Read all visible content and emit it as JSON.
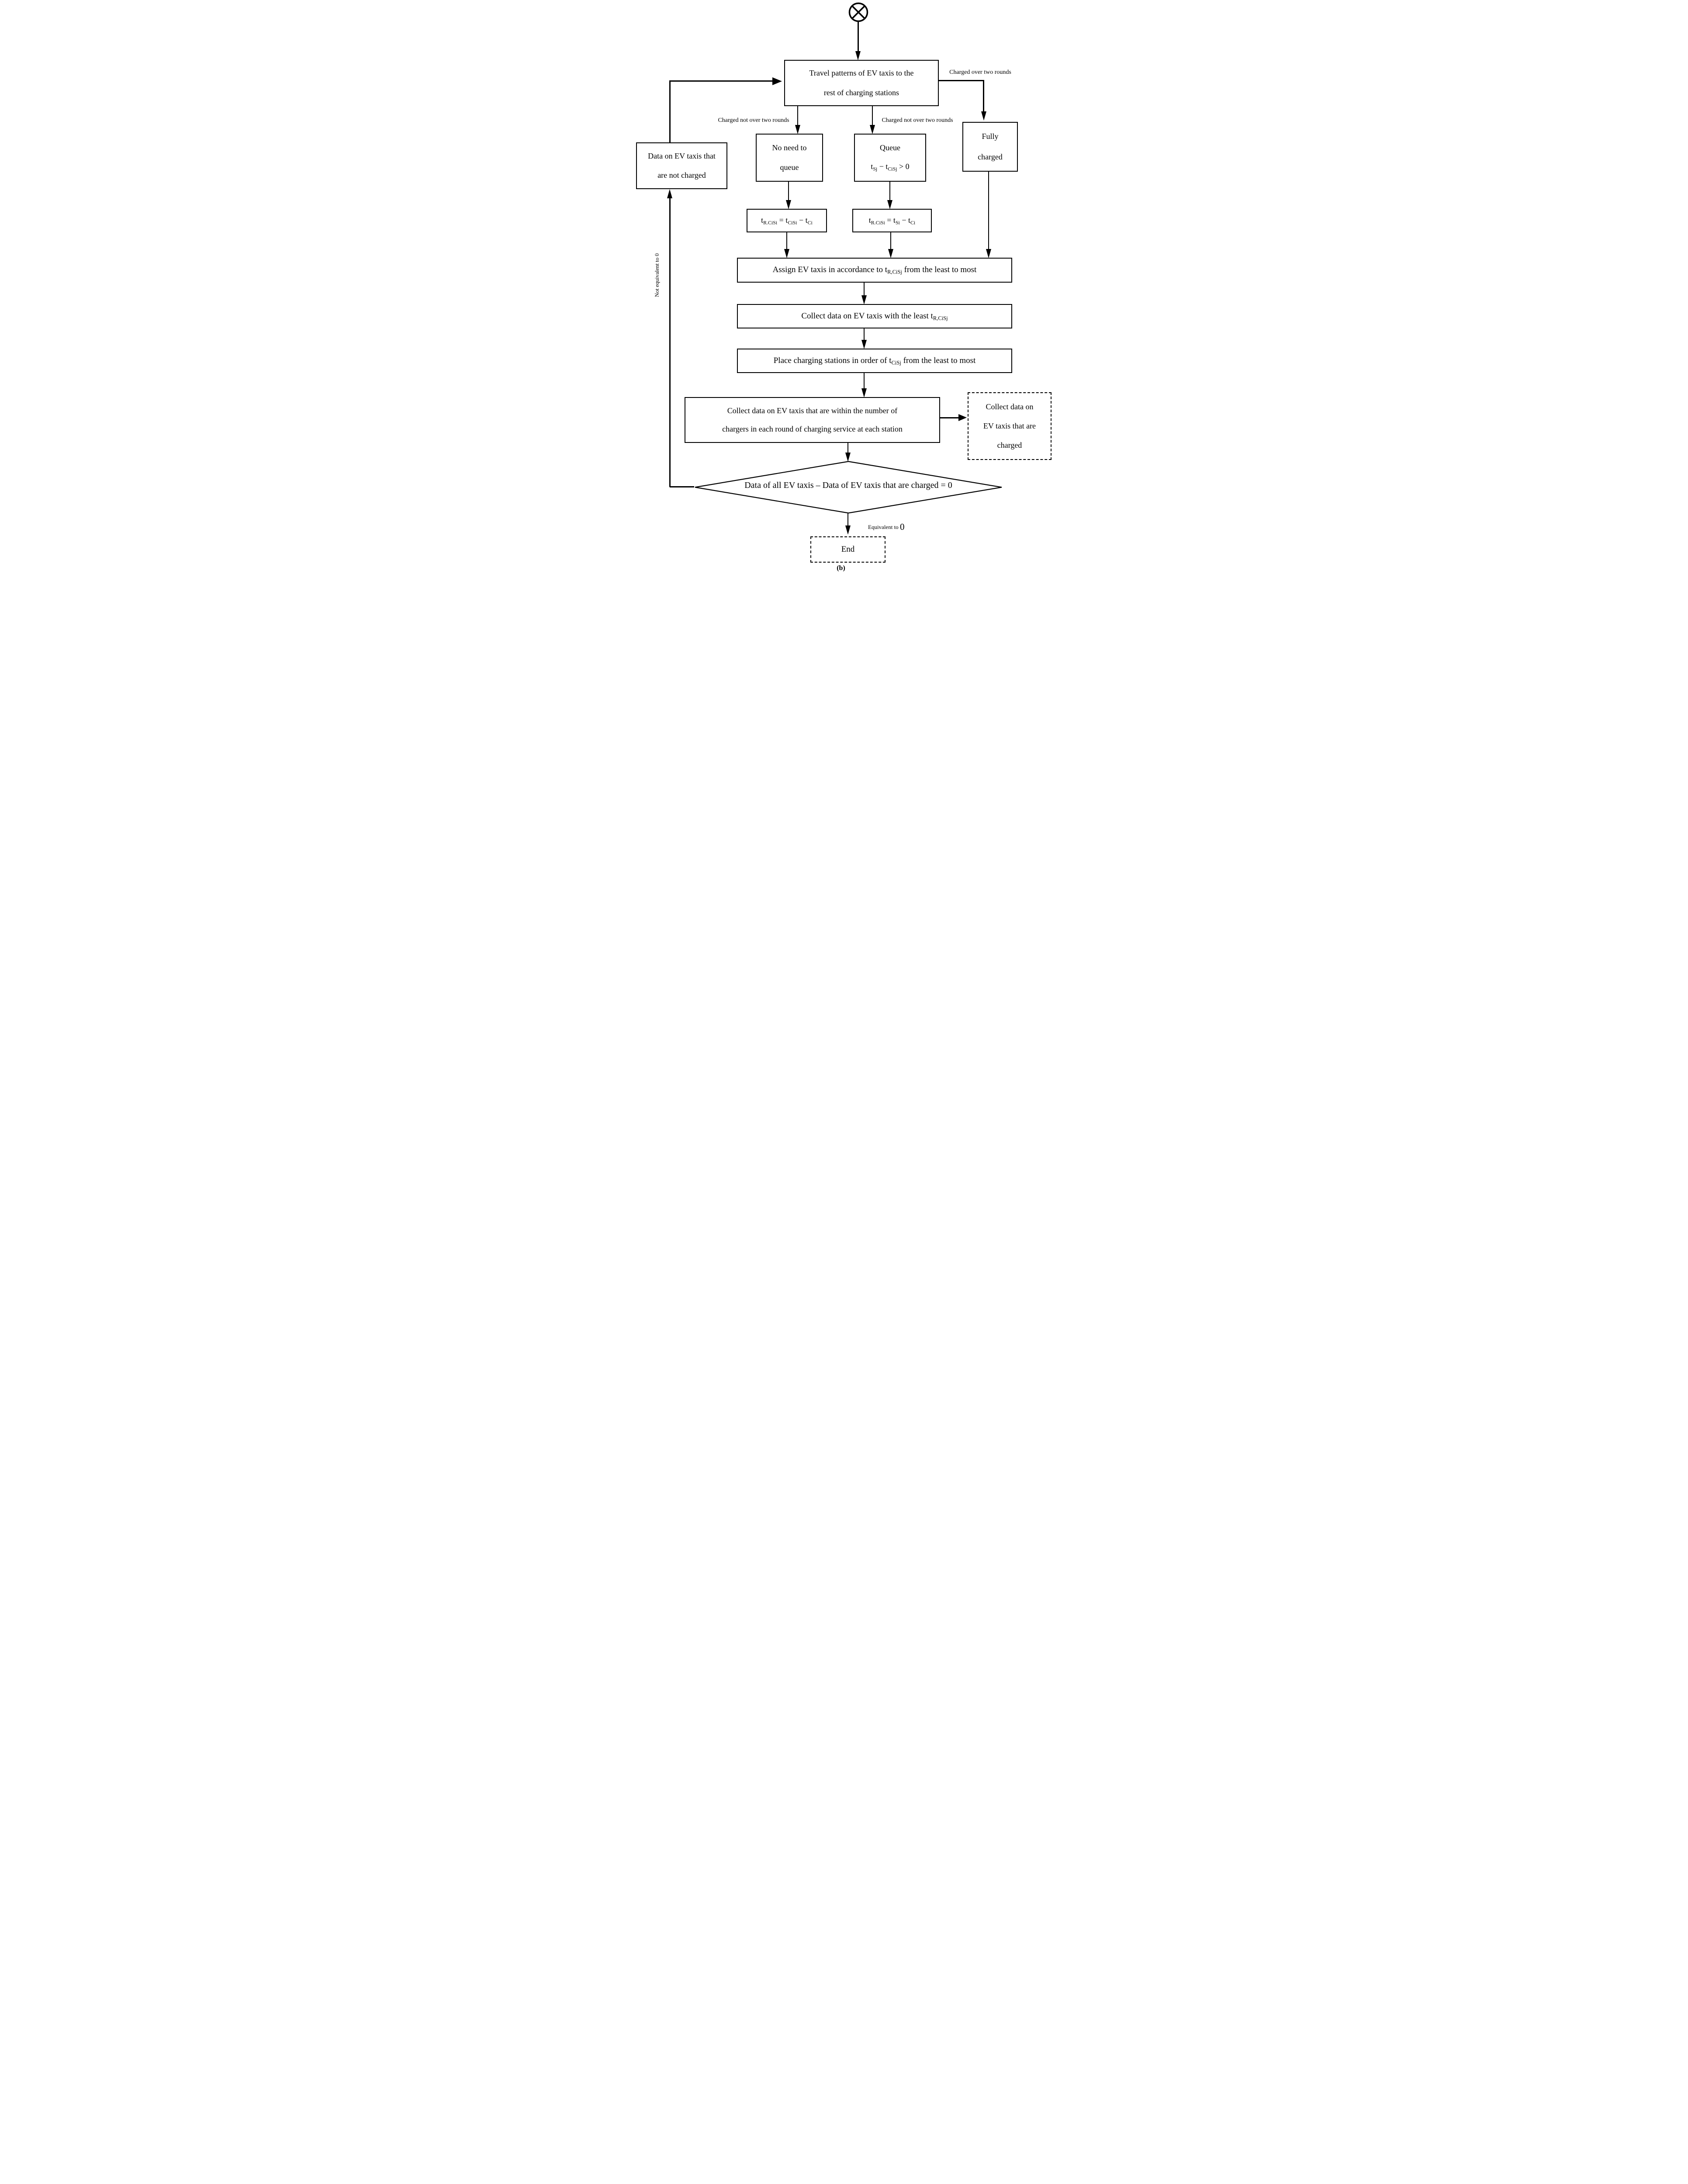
{
  "meta": {
    "caption": "(b)",
    "ink_color": "#000000",
    "background_color": "#ffffff",
    "start_symbol": "circle-with-x-connector"
  },
  "labels": {
    "charged_over": "Charged over two rounds",
    "charged_not_left": "Charged not over two rounds",
    "charged_not_right": "Charged not over two rounds",
    "not_equivalent": "Not equivalent to 0",
    "equivalent": "Equivalent to",
    "equivalent_zero": "0"
  },
  "nodes": {
    "travel": {
      "line1": "Travel patterns of EV taxis to the",
      "line2": "rest of charging stations"
    },
    "fully": {
      "line1": "Fully",
      "line2": "charged"
    },
    "no_need": {
      "line1": "No need to",
      "line2": "queue"
    },
    "queue": {
      "title": "Queue",
      "f1": "t",
      "f1s": "Sj",
      "f2": " − t",
      "f2s": "CiSj",
      "f3": " > 0"
    },
    "formula_left": {
      "p1": "t",
      "s1": "R.CiSi",
      "p2": " = t",
      "s2": "CiSi",
      "p3": " − t",
      "s3": "Ci"
    },
    "formula_right": {
      "p1": "t",
      "s1": "R.CiSi",
      "p2": " = t",
      "s2": "Si",
      "p3": " − t",
      "s3": "Ci"
    },
    "assign": {
      "p1": "Assign EV taxis in accordance to  t",
      "s1": "R,CiSj",
      "p2": " from the least to most"
    },
    "collect_least": {
      "p1": "Collect data on EV taxis with the least t",
      "s1": "R,CiSj"
    },
    "place": {
      "p1": "Place charging stations in order of t",
      "s1": "CiSj",
      "p2": "  from the least to most"
    },
    "big_collect": {
      "line1": "Collect data on EV taxis that are within the number of",
      "line2": "chargers in each round of charging service at each station"
    },
    "dashed_collect": {
      "line1": "Collect data on",
      "line2": "EV taxis that are",
      "line3": "charged"
    },
    "decision": {
      "text": "Data of all EV taxis – Data of EV taxis that are charged = 0"
    },
    "end": {
      "label": "End"
    },
    "not_charged": {
      "line1": "Data on EV taxis that",
      "line2": "are not charged"
    }
  }
}
